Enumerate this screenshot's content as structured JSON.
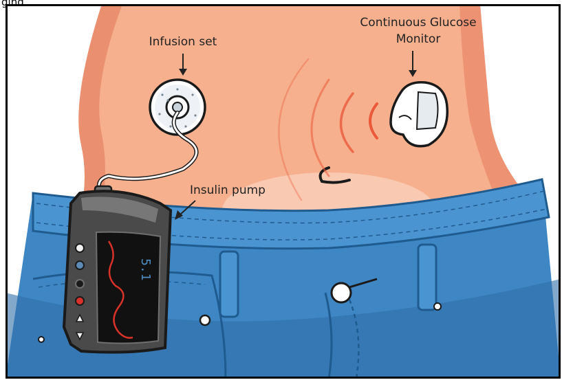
{
  "page": {
    "caption": "ging"
  },
  "labels": {
    "infusion_set": "Infusion set",
    "cgm_line1": "Continuous Glucose",
    "cgm_line2": "Monitor",
    "insulin_pump": "Insulin pump"
  },
  "pump_display": {
    "reading": "5.1"
  },
  "colors": {
    "skin": "#f6b08e",
    "skin_shadow": "#e9876a",
    "denim": "#3f86c4",
    "denim_dark": "#1f5b8f",
    "signal": "#ea5a3a",
    "pump_body": "#4a4a4a",
    "pump_screen": "#111111",
    "pump_trace": "#d7322a"
  }
}
